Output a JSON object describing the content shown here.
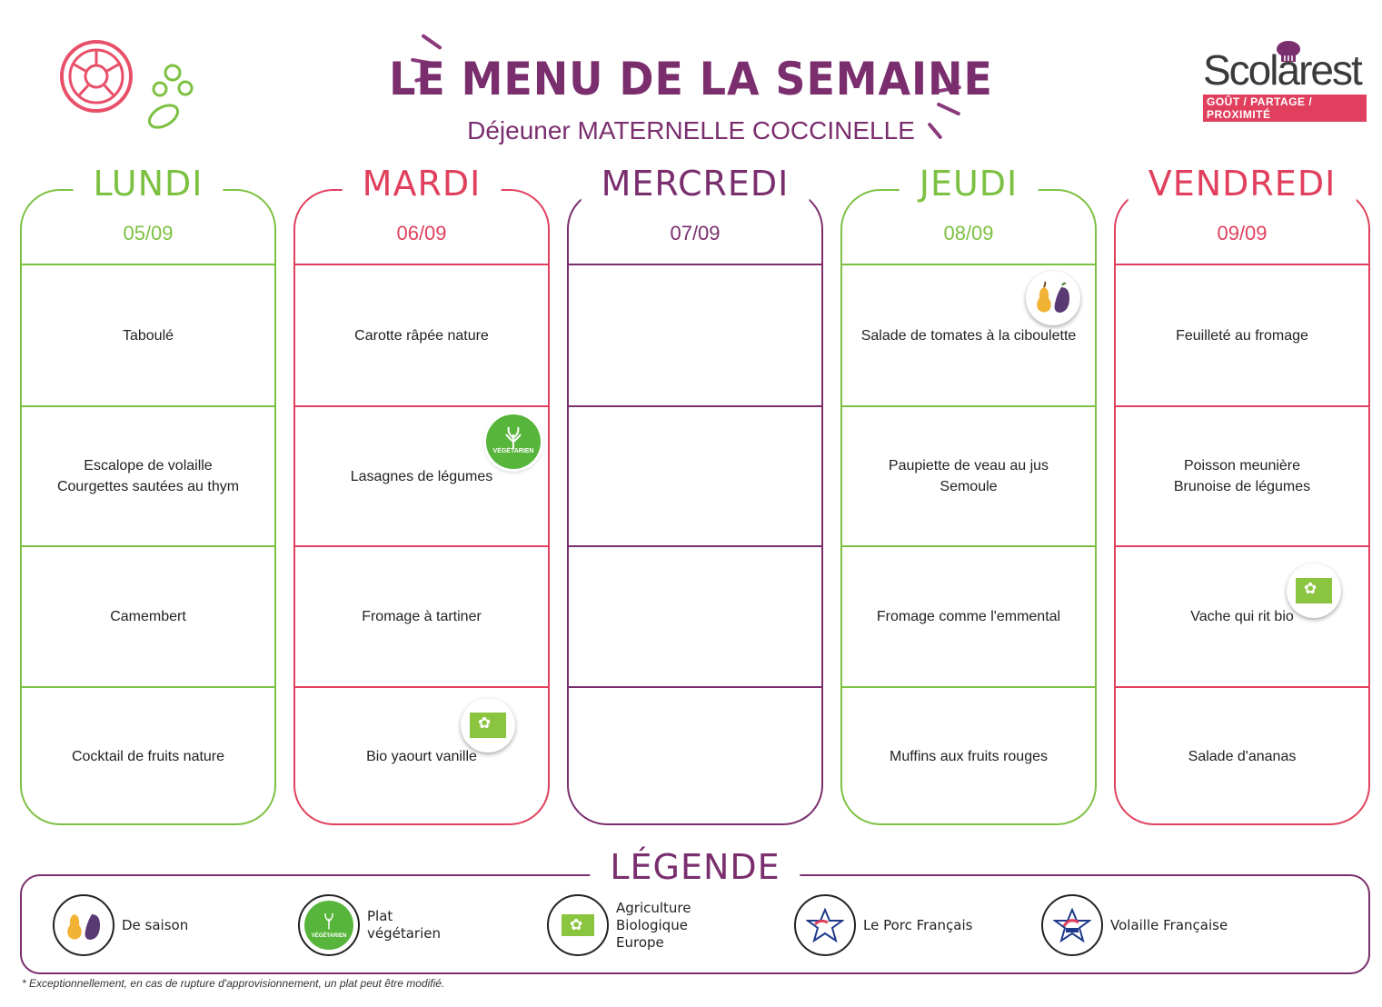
{
  "header": {
    "title": "LE MENU DE LA SEMAINE",
    "subtitle": "Déjeuner MATERNELLE COCCINELLE"
  },
  "brand": {
    "name": "Scolarest",
    "tagline": "GOÛT / PARTAGE / PROXIMITÉ"
  },
  "colors": {
    "green": "#7dc142",
    "red": "#e0405e",
    "purple": "#7a2e6e"
  },
  "days": [
    {
      "name": "LUNDI",
      "date": "05/09",
      "color": "#7dc142",
      "dishes": [
        "Taboulé",
        "Escalope de volaille\nCourgettes sautées au thym",
        "Camembert",
        "Cocktail de fruits nature"
      ]
    },
    {
      "name": "MARDI",
      "date": "06/09",
      "color": "#e0405e",
      "dishes": [
        "Carotte râpée nature",
        "Lasagnes de légumes",
        "Fromage à tartiner",
        "Bio yaourt vanille"
      ]
    },
    {
      "name": "MERCREDI",
      "date": "07/09",
      "color": "#7a2e6e",
      "dishes": [
        "",
        "",
        "",
        ""
      ]
    },
    {
      "name": "JEUDI",
      "date": "08/09",
      "color": "#7dc142",
      "dishes": [
        "Salade de tomates à la ciboulette",
        "Paupiette de veau au jus\nSemoule",
        "Fromage comme l'emmental",
        "Muffins aux fruits rouges"
      ]
    },
    {
      "name": "VENDREDI",
      "date": "09/09",
      "color": "#e0405e",
      "dishes": [
        "Feuilleté au fromage",
        "Poisson meunière\nBrunoise de légumes",
        "Vache qui rit bio",
        "Salade d'ananas"
      ]
    }
  ],
  "badges": {
    "vegetarian_text": "VÉGÉTARIEN"
  },
  "legend": {
    "title": "LÉGENDE",
    "items": [
      {
        "label": "De saison",
        "icon": "seasonal-icon"
      },
      {
        "label": "Plat\nvégétarien",
        "icon": "vegetarian-icon"
      },
      {
        "label": "Agriculture\nBiologique\nEurope",
        "icon": "eu-organic-icon"
      },
      {
        "label": "Le Porc Français",
        "icon": "french-pork-icon"
      },
      {
        "label": "Volaille Française",
        "icon": "french-poultry-icon"
      }
    ]
  },
  "footnote": "* Exceptionnellement, en cas de rupture d'approvisionnement, un plat peut être modifié."
}
